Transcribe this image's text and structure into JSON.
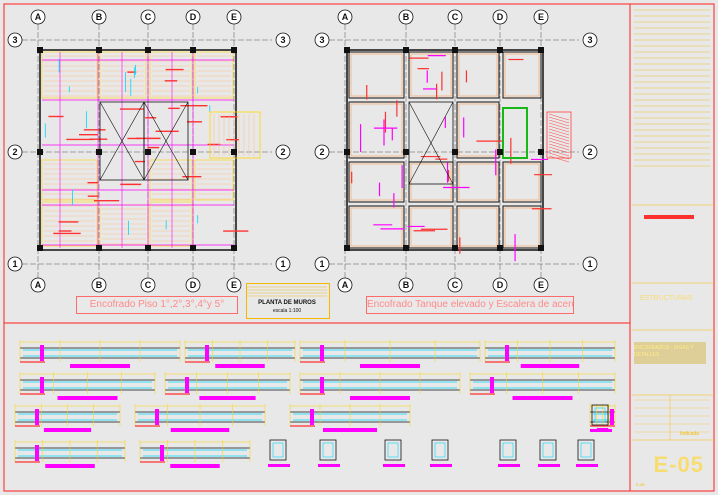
{
  "sheet": {
    "number": "E-05",
    "number_sub": "E-05",
    "project_label": "ESTRUCTURAS",
    "drawing_title": "ENCOFRADOS - VIGAS Y DETALLES",
    "scale_note": "Indicada"
  },
  "plans": [
    {
      "caption": "Encofrado Piso 1°,2°,3°,4°y 5°",
      "axes_letters": [
        "A",
        "B",
        "C",
        "D",
        "E"
      ],
      "axes_numbers": [
        "3",
        "2",
        "1"
      ]
    },
    {
      "caption": "Encofrado Tanque elevado y Escalera de acero",
      "axes_letters": [
        "A",
        "B",
        "C",
        "D",
        "E"
      ],
      "axes_numbers": [
        "3",
        "2",
        "1"
      ]
    }
  ],
  "legend": {
    "title": "PLANTA DE MUROS",
    "scale": "escala 1:100"
  },
  "colors": {
    "background": "#e8e8e8",
    "frame": "#ff2020",
    "titleblock": "#f5b800",
    "magenta": "#ff00ff",
    "cyan": "#00d8ff",
    "yellow": "#ffd400",
    "red": "#ff3030"
  }
}
